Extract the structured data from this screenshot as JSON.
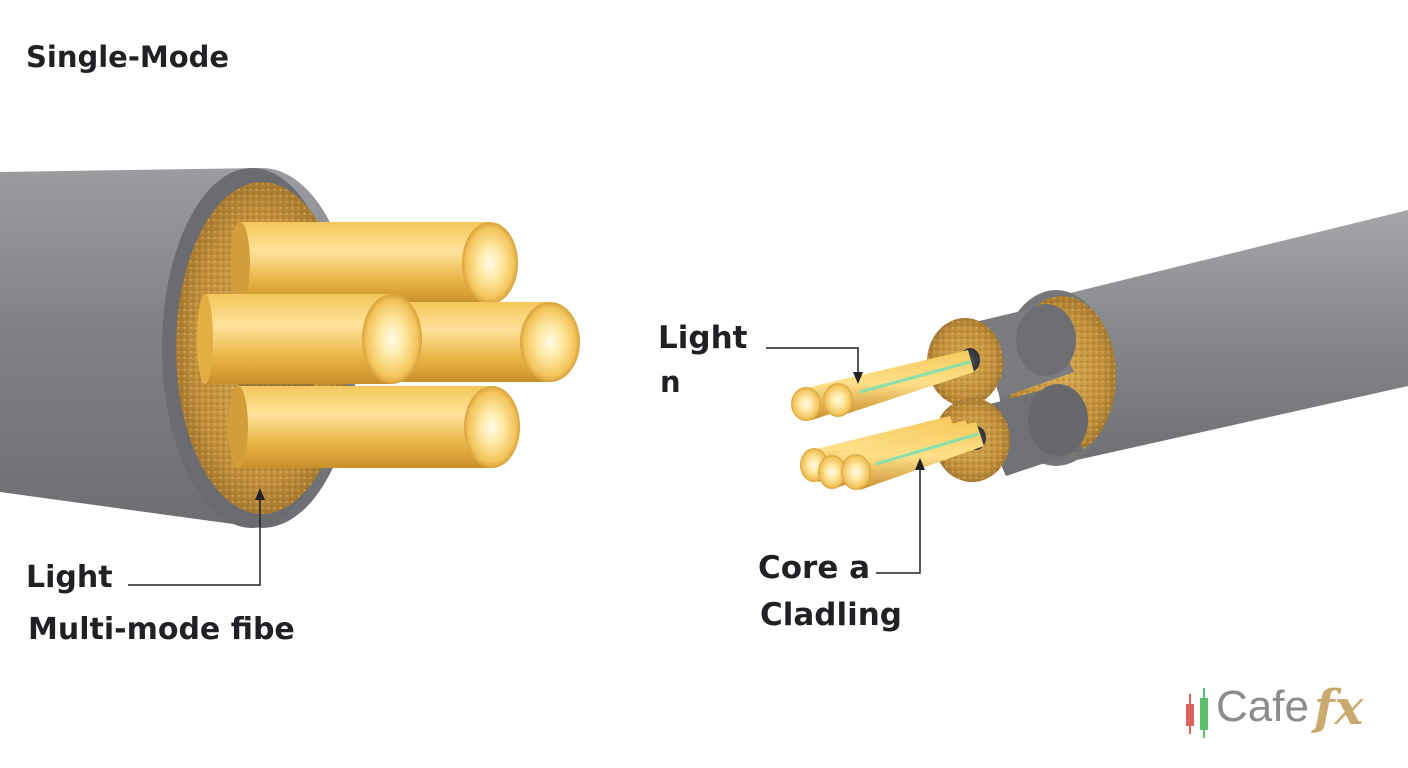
{
  "title": "Single-Mode",
  "left_cable": {
    "label_light": "Light",
    "label_fiber": "Multi-mode fibe"
  },
  "right_cable": {
    "label_light_1": "Light",
    "label_light_2": "n",
    "label_core_1": "Core a",
    "label_core_2": "Cladling"
  },
  "logo": {
    "text": "Cafe",
    "accent": "fx"
  },
  "colors": {
    "jacket": "#8e9094",
    "kevlar": "#c99a44",
    "core_gold": "#f5c85a",
    "light_green": "#7be0b0",
    "candle_red": "#e0605a",
    "candle_green": "#5bbf6a"
  }
}
